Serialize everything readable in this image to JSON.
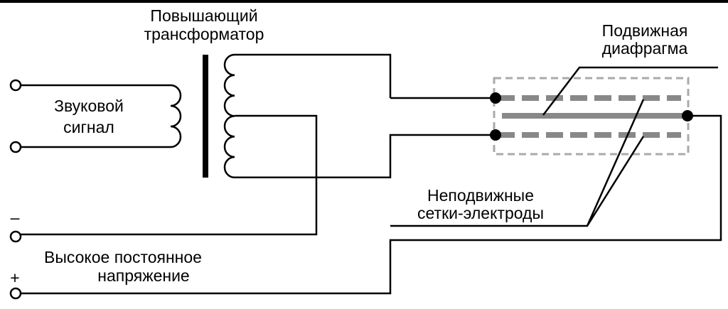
{
  "labels": {
    "transformer_line1": "Повышающий",
    "transformer_line2": "трансформатор",
    "signal_line1": "Звуковой",
    "signal_line2": "сигнал",
    "diaphragm_line1": "Подвижная",
    "diaphragm_line2": "диафрагма",
    "electrodes_line1": "Неподвижные",
    "electrodes_line2": "сетки-электроды",
    "voltage_line1": "Высокое постоянное",
    "voltage_line2": "напряжение",
    "minus": "–",
    "plus": "+"
  },
  "colors": {
    "wire": "#000000",
    "electrode": "#888888",
    "housing": "#aaaaaa"
  }
}
